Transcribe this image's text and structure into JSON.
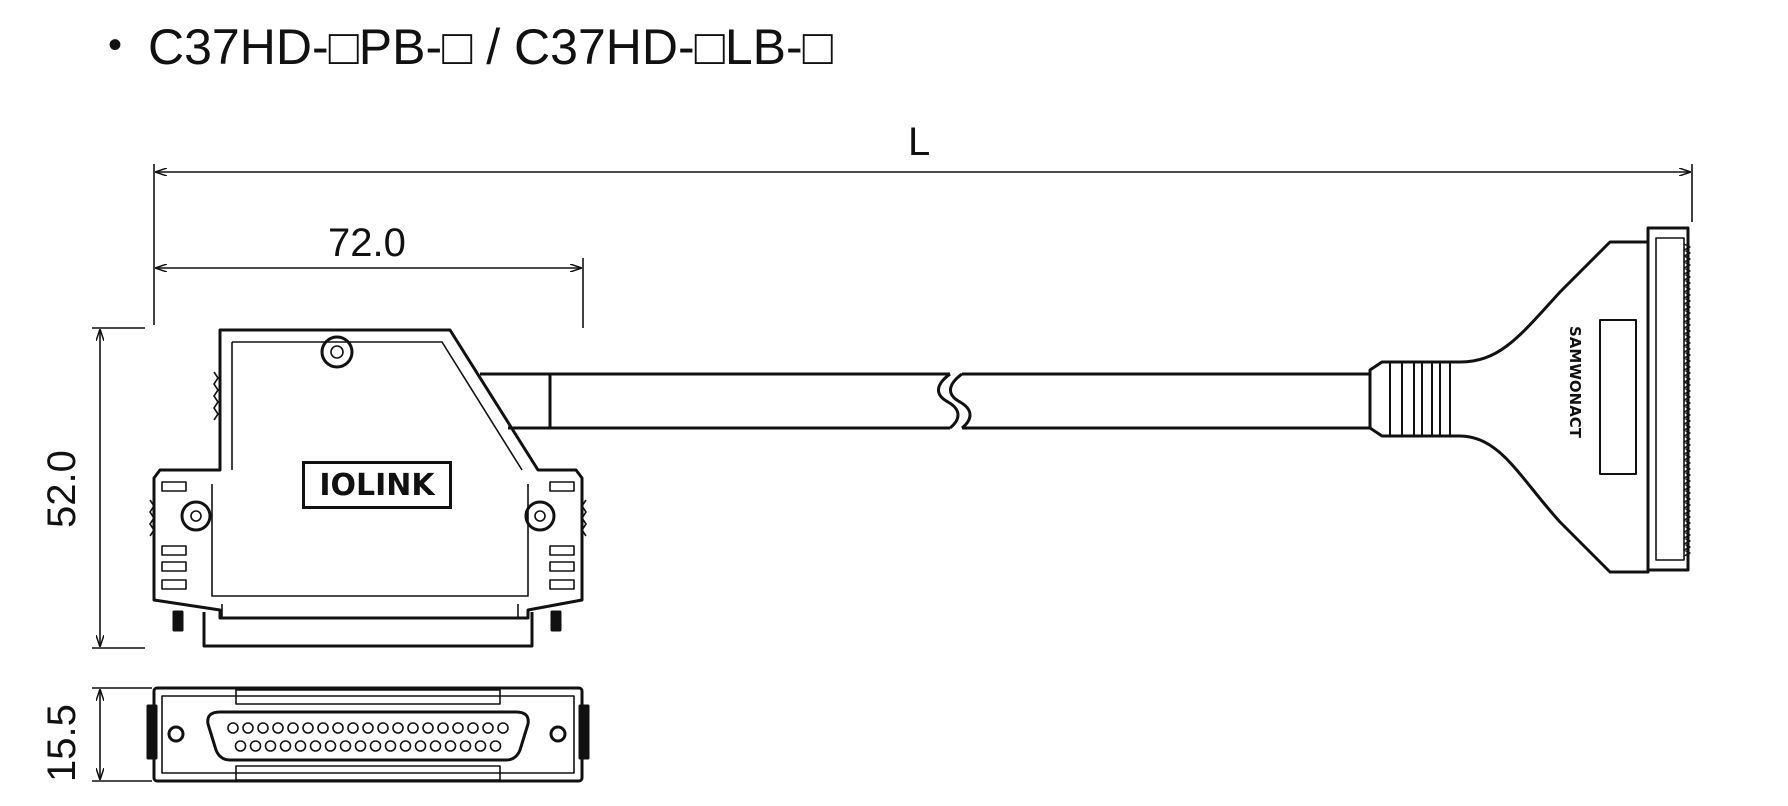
{
  "title": {
    "bullet": "•",
    "text": "C37HD-□PB-□ / C37HD-□LB-□"
  },
  "dimensions": {
    "length_label": "L",
    "width_label": "72.0",
    "height_label": "52.0",
    "depth_label": "15.5"
  },
  "labels": {
    "logo_text": "IOLINK",
    "brand_text": "SAMWONACT"
  },
  "connector": {
    "pin_rows": [
      19,
      18
    ]
  }
}
